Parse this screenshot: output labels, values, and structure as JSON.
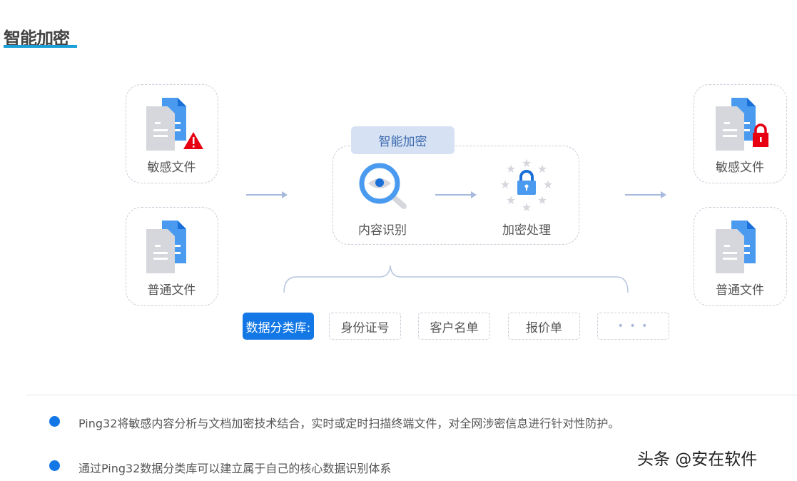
{
  "title": "智能加密",
  "left": {
    "sensitive": "敏感文件",
    "normal": "普通文件"
  },
  "center": {
    "header": "智能加密",
    "step1": "内容识别",
    "step2": "加密处理"
  },
  "right": {
    "sensitive": "敏感文件",
    "normal": "普通文件"
  },
  "tags": {
    "label": "数据分类库:",
    "items": [
      "身份证号",
      "客户名单",
      "报价单",
      "• • •"
    ]
  },
  "bullets": [
    "Ping32将敏感内容分析与文档加密技术结合，实时或定时扫描终端文件，对全网涉密信息进行针对性防护。",
    "通过Ping32数据分类库可以建立属于自己的核心数据识别体系"
  ],
  "watermark": "头条 @安在软件",
  "colors": {
    "accent": "#1378e6",
    "doc_blue": "#4a9bf0",
    "doc_gray": "#d5d7dc",
    "alert": "#e60012"
  }
}
